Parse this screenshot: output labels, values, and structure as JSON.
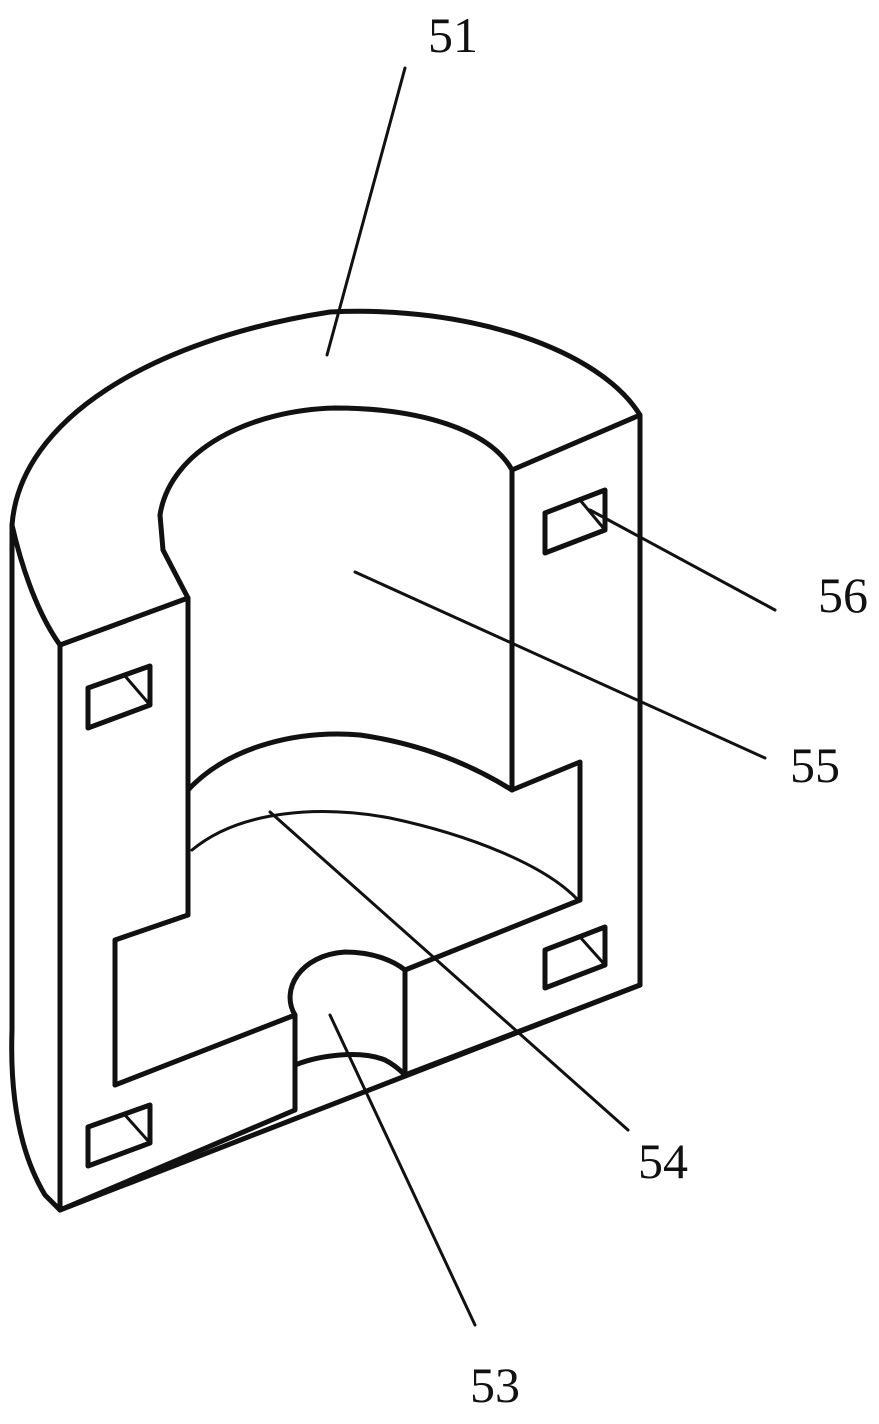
{
  "figure": {
    "labels": {
      "part_51": "51",
      "part_53": "53",
      "part_54": "54",
      "part_55": "55",
      "part_56": "56"
    },
    "colors": {
      "line": "#111111",
      "background": "#ffffff"
    }
  }
}
